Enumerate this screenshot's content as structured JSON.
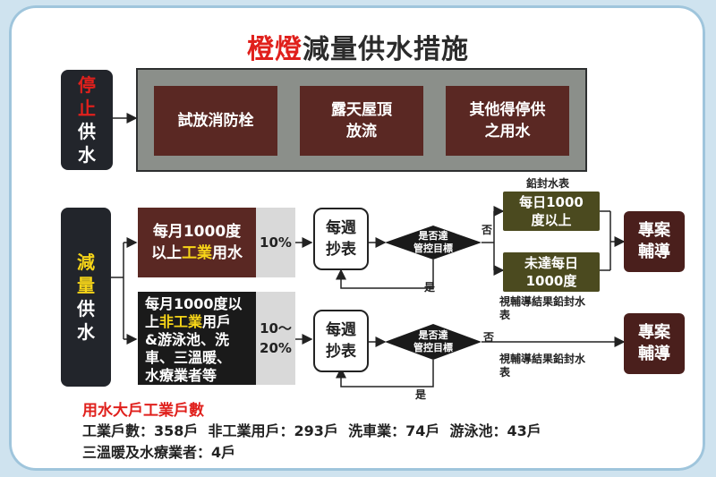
{
  "title": {
    "highlight": "橙燈",
    "rest": "減量供水措施"
  },
  "stop": {
    "side": [
      "停",
      "止",
      "供",
      "水"
    ],
    "items": [
      "試放消防栓",
      "露天屋頂\n放流",
      "其他得停供\n之用水"
    ]
  },
  "reduce": {
    "side": [
      "減",
      "量",
      "供",
      "水"
    ],
    "row1": {
      "category_pre": "每月1000度\n以上",
      "category_highlight": "工業",
      "category_post": "用水",
      "percent": "10%",
      "meter": "每週\n抄表",
      "decision": "是否達\n管控目標",
      "no_label": "否",
      "yes_label": "是",
      "seal_label": "鉛封水表",
      "branch_high": "每日1000\n度以上",
      "branch_low": "未達每日\n1000度",
      "note": "視輔導結果鉛封水\n表",
      "result": "專案\n輔導"
    },
    "row2": {
      "category_pre": "每月1000度以\n上",
      "category_highlight": "非工業",
      "category_post": "用戶\n&游泳池、洗\n車、三溫暖、\n水療業者等",
      "percent": "10～\n20%",
      "meter": "每週\n抄表",
      "decision": "是否達\n管控目標",
      "no_label": "否",
      "yes_label": "是",
      "note": "視輔導結果鉛封水\n表",
      "result": "專案\n輔導"
    }
  },
  "stats": {
    "title": "用水大戶工業戶數",
    "line1": "工業戶數：358戶  非工業用戶：293戶  洗車業：74戶  游泳池：43戶",
    "line2": "三溫暖及水療業者：4戶"
  },
  "colors": {
    "accent": "#e0201c",
    "highlight": "#f6d418",
    "panel": "#8b8f8a",
    "brown": "#5a2823",
    "olive": "#4b4a1f"
  }
}
